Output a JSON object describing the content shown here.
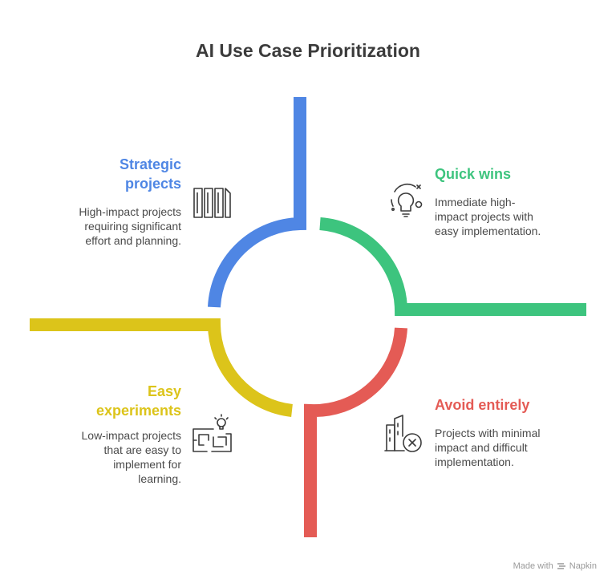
{
  "title": "AI Use Case Prioritization",
  "colors": {
    "blue": "#4f86e4",
    "green": "#3dc47e",
    "red": "#e45b55",
    "yellow": "#dcc41a",
    "title": "#3b3b3b",
    "text": "#4a4a4a"
  },
  "quadrants": {
    "strategic": {
      "heading_line1": "Strategic",
      "heading_line2": "projects",
      "desc_line1": "High-impact projects",
      "desc_line2": "requiring significant",
      "desc_line3": "effort and planning.",
      "icon": "columns-icon"
    },
    "quick": {
      "heading": "Quick wins",
      "desc_line1": "Immediate high-",
      "desc_line2": "impact projects with",
      "desc_line3": "easy implementation.",
      "icon": "lightbulb-icon"
    },
    "easy": {
      "heading_line1": "Easy",
      "heading_line2": "experiments",
      "desc_line1": "Low-impact projects",
      "desc_line2": "that are easy to",
      "desc_line3": "implement for",
      "desc_line4": "learning.",
      "icon": "maze-lightbulb-icon"
    },
    "avoid": {
      "heading": "Avoid entirely",
      "desc_line1": "Projects with minimal",
      "desc_line2": "impact and difficult",
      "desc_line3": "implementation.",
      "icon": "buildings-cancel-icon"
    }
  },
  "footer": {
    "made_with": "Made with",
    "brand": "Napkin"
  }
}
